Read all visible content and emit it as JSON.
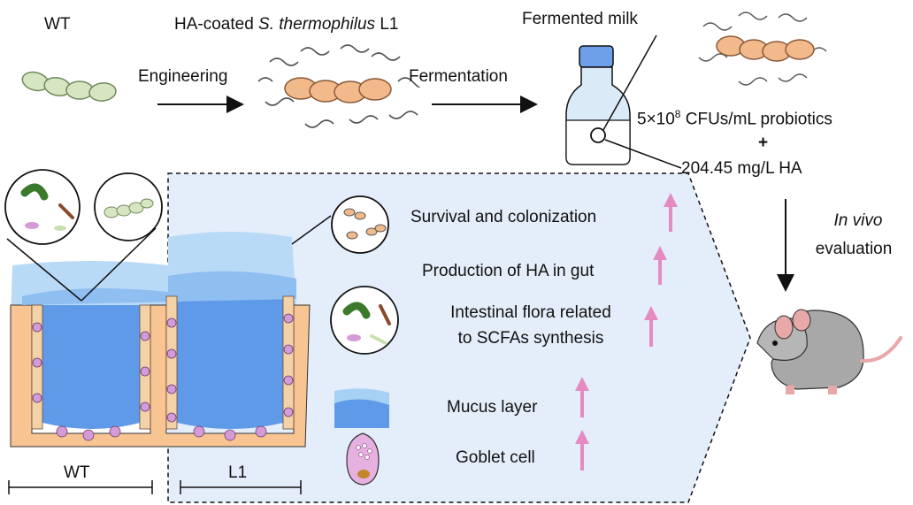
{
  "top": {
    "wt_label": "WT",
    "ha_coated_prefix": "HA-coated ",
    "ha_coated_species": "S. thermophilus",
    "ha_coated_suffix": " L1",
    "engineering": "Engineering",
    "fermentation": "Fermentation",
    "fermented_milk": "Fermented milk",
    "probiotics_prefix": "5×10",
    "probiotics_exp": "8",
    "probiotics_suffix": " CFUs/mL probiotics",
    "plus": "+",
    "ha_conc": "204.45 mg/L HA",
    "in_vivo_italic": "In vivo",
    "evaluation": "evaluation"
  },
  "effects": [
    {
      "label": "Survival and colonization"
    },
    {
      "label": "Production of HA in gut"
    },
    {
      "label_line1": "Intestinal flora related",
      "label_line2": "to SCFAs synthesis"
    },
    {
      "label": "Mucus layer"
    },
    {
      "label": "Goblet cell"
    }
  ],
  "bottom": {
    "wt_scale": "WT",
    "l1_scale": "L1"
  },
  "colors": {
    "bacteria_wt": "#d6e6c2",
    "bacteria_l1": "#f2b98a",
    "tissue": "#f8c592",
    "mucus_light": "#a7d0f5",
    "mucus_dark": "#5f9ae8",
    "panel_bg": "#e4eefb",
    "arrow_pink": "#e58bc1",
    "goblet": "#d59ad8"
  }
}
